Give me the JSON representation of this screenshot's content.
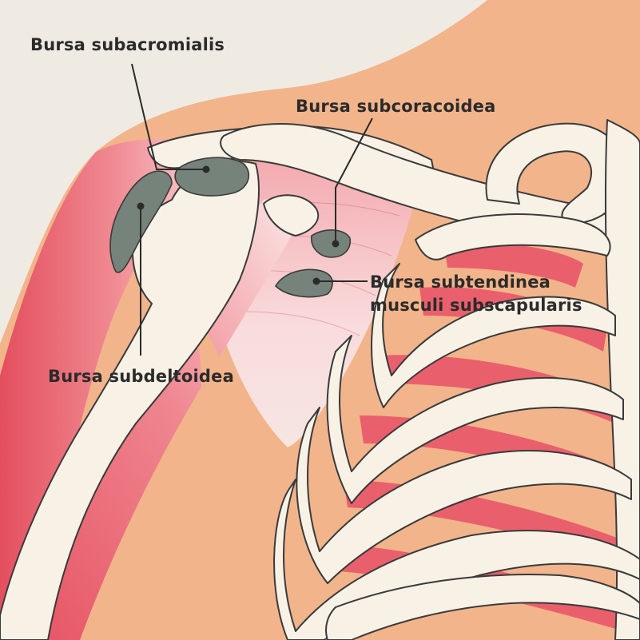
{
  "labels": {
    "subacromialis": "Bursa subacromialis",
    "subcoracoidea": "Bursa subcoracoidea",
    "subtendinea_line1": "Bursa subtendinea",
    "subtendinea_line2": "musculi subscapularis",
    "subdeltoidea": "Bursa subdeltoidea"
  },
  "colors": {
    "background": "#efebe3",
    "skin": "#f2b48b",
    "muscle": "#e9606c",
    "muscle_light": "#f6c7c9",
    "bone": "#f7f1e6",
    "bursa": "#75837b",
    "outline": "#3a3a3a",
    "text": "#2b2b2b"
  }
}
